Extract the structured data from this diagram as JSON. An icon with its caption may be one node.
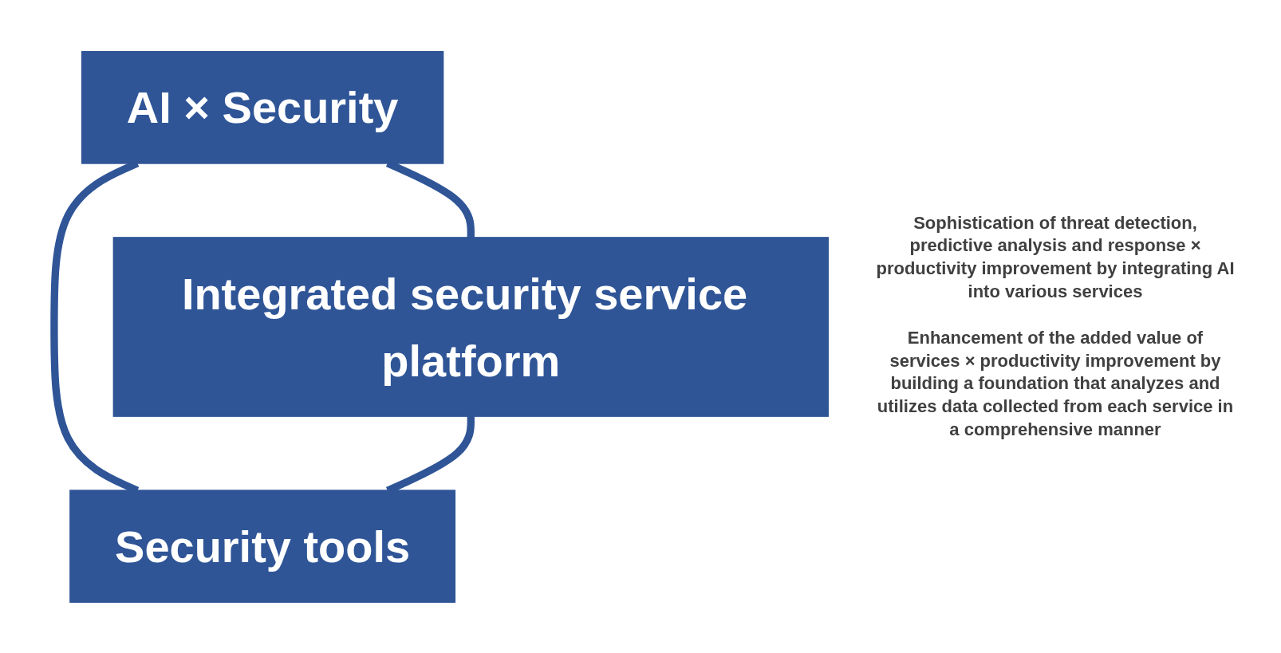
{
  "diagram": {
    "nodes": [
      {
        "text": [
          "AI × Security"
        ]
      },
      {
        "text": [
          "Integrated security service platform"
        ]
      },
      {
        "text": [
          "Security tools"
        ]
      }
    ],
    "edges": [
      {
        "from": 0,
        "to": 1,
        "arrow": "none"
      },
      {
        "from": 0,
        "to": 2,
        "arrow": "none"
      },
      {
        "from": 1,
        "to": 2,
        "arrow": "none"
      }
    ],
    "labels": [
      "Sophistication of threat detection, predictive analysis and response × productivity improvement by integrating AI into various services",
      "Enhancement of the added value of services × productivity improvement by building a foundation that analyzes and utilizes data collected from each service in a comprehensive manner"
    ]
  }
}
